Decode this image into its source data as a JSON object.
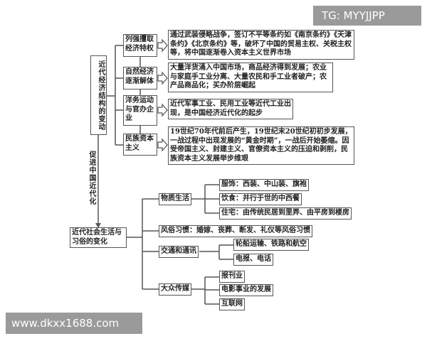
{
  "watermark_top": "TG: MYYJJPP",
  "watermark_bottom": "www.dkxx1688.com",
  "economy": {
    "root": "近代经济结构的变动",
    "items": [
      {
        "title": "列强攫取经济特权",
        "detail": "通过武装侵略战争，签订不平等条约如《南京条约》《天津条约》《北京条约》等，破坏了中国的贸易主权、关税主权等，将中国逐渐卷入资本主义世界市场"
      },
      {
        "title": "自然经济逐渐解体",
        "detail": "大量洋货涌入中国市场，商品经济得到发展；农业与家庭手工业分离、大量农民和手工业者破产；农产品商品化；买办阶层崛起"
      },
      {
        "title": "洋务运动与官办企业",
        "detail": "近代军事工业、民用工业等近代工业出现，是中国经济近代化的起步"
      },
      {
        "title": "民族资本主义",
        "detail": "19世纪70年代前后产生，19世纪末20世纪初初步发展，一战过程中出现发展的“黄金时期”，一战后开始萎缩。因受帝国主义、封建主义、官僚资本主义的压迫和剥削，民族资本主义发展举步维艰"
      }
    ]
  },
  "link_label": "促进中国近代化",
  "society": {
    "root": "近代社会生活与习俗的变化",
    "material": {
      "title": "物质生活",
      "items": [
        "服饰：西装、中山装、旗袍",
        "饮食：并行于世的中西餐",
        "住宅：由传统民居到里弄、由平房到楼房"
      ]
    },
    "customs": "风俗习惯：婚嫁、丧葬、断发、礼仪等风俗习惯",
    "transport": {
      "title": "交通和通讯",
      "items": [
        "轮船运输、铁路和航空",
        "电报、电话"
      ]
    },
    "media": {
      "title": "大众传媒",
      "items": [
        "报刊业",
        "电影事业的发展",
        "互联网"
      ]
    }
  }
}
